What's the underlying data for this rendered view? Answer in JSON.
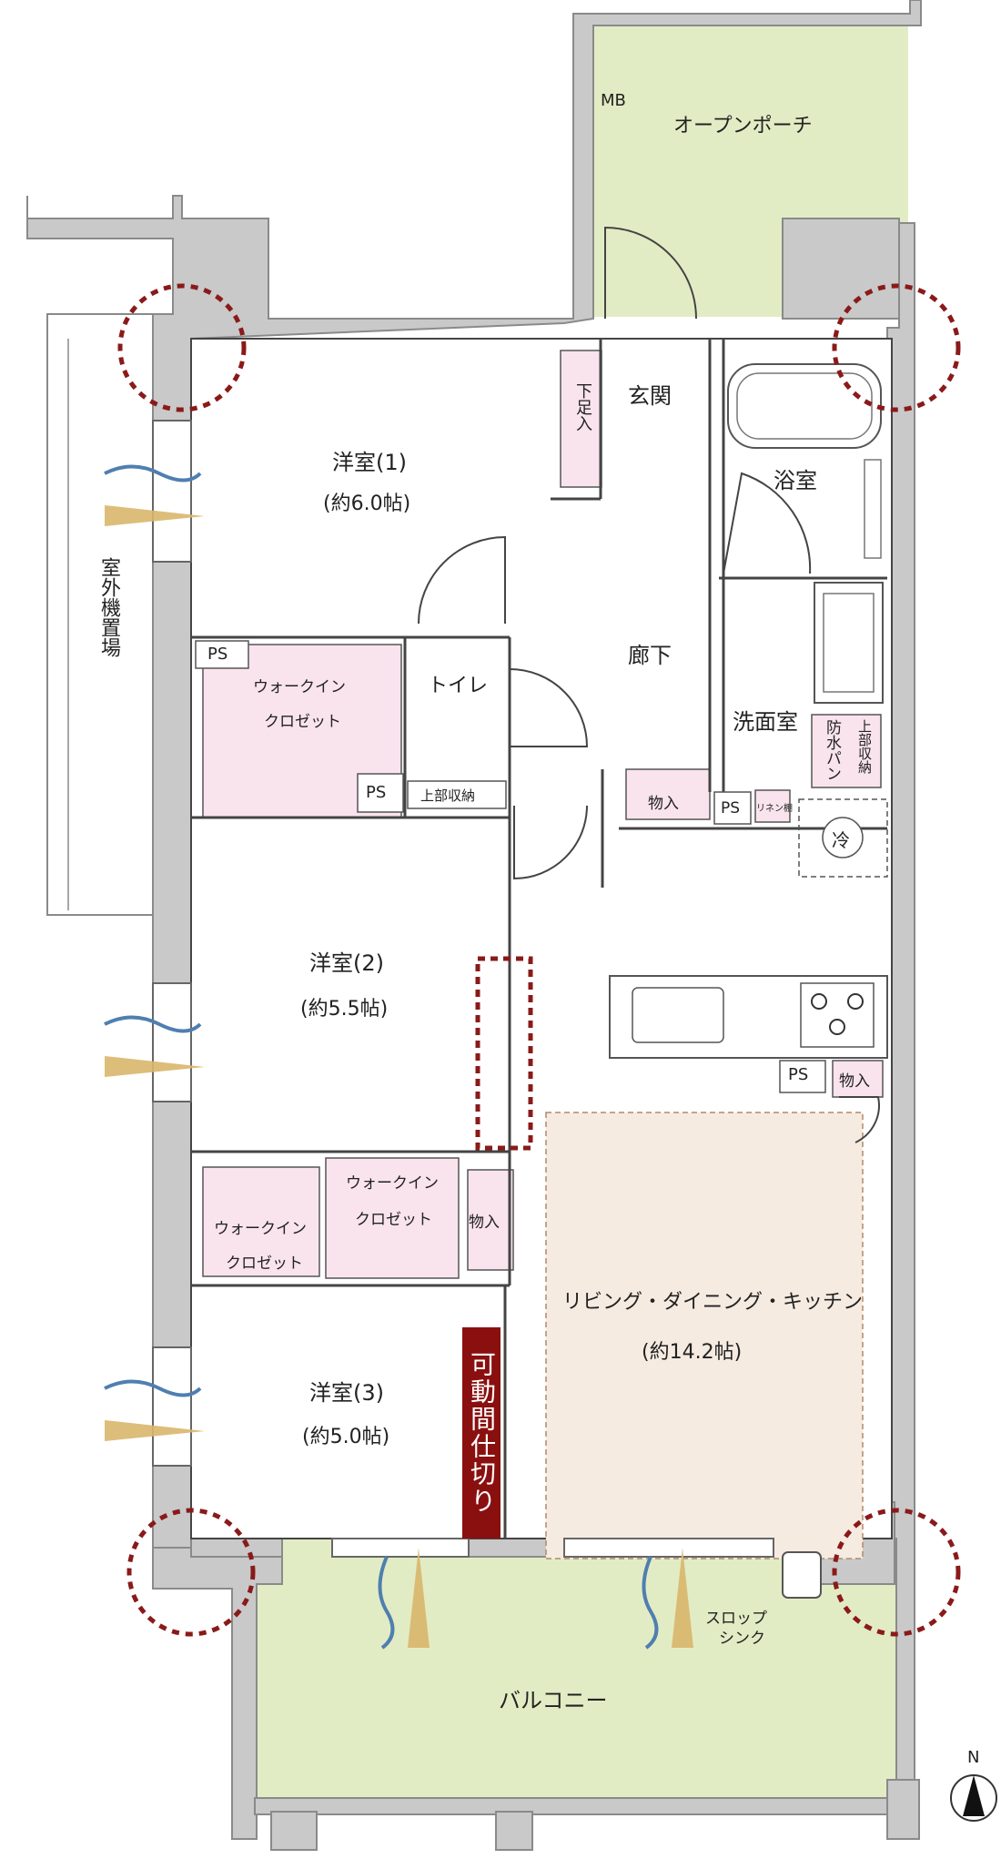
{
  "labels": {
    "mb": "MB",
    "open_porch": "オープンポーチ",
    "genkan": "玄関",
    "shoe_storage": "下足入",
    "bath": "浴室",
    "room1_name": "洋室(1)",
    "room1_size": "(約6.0帖)",
    "outdoor_unit": "室外機置場",
    "ps": "PS",
    "wic": "ウォークイン",
    "wic_closet": "クロゼット",
    "toilet": "トイレ",
    "upper_storage": "上部収納",
    "corridor": "廊下",
    "washroom": "洗面室",
    "waterproof_pan": "防水パン",
    "upper_storage_v": "上部収納",
    "storage": "物入",
    "linen": "リネン棚",
    "fridge": "冷",
    "room2_name": "洋室(2)",
    "room2_size": "(約5.5帖)",
    "ldk_name": "リビング・ダイニング・キッチン",
    "ldk_size": "(約14.2帖)",
    "room3_name": "洋室(3)",
    "room3_size": "(約5.0帖)",
    "movable_partition": "可動間仕切り",
    "slop_sink_1": "スロップ",
    "slop_sink_2": "シンク",
    "balcony": "バルコニー",
    "north": "N"
  },
  "colors": {
    "wall": "#c9c9c9",
    "wall_stroke": "#8a8a8a",
    "green": "#e2ecc4",
    "pink": "#f9e4ee",
    "beige": "#f6ebe1",
    "dashed_red": "#8a1a1a",
    "accent_dark_red": "#8a1010",
    "wind_blue": "#4f7fb0",
    "light_gold": "#d9b66b"
  }
}
